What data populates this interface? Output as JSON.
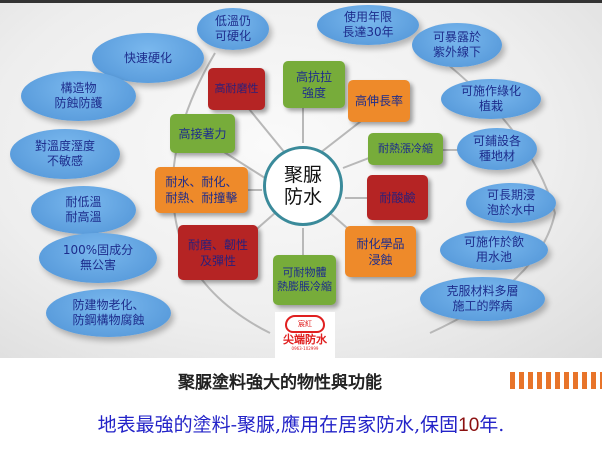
{
  "center": "聚脲\n防水",
  "ellipses": [
    "低溫仍\n可硬化",
    "快速硬化",
    "構造物\n防蝕防護",
    "對溫度溼度\n不敏感",
    "耐低溫\n耐高溫",
    "100%固成分\n無公害",
    "防建物老化、\n防鋼構物腐蝕",
    "使用年限\n長達30年",
    "可暴露於\n紫外線下",
    "可施作綠化\n植栽",
    "可鋪設各\n種地材",
    "可長期浸\n泡於水中",
    "可施作於飲\n用水池",
    "克服材料多層\n施工的弊病"
  ],
  "boxes": [
    "高耐磨性",
    "高抗拉\n強度",
    "高伸長率",
    "高接著力",
    "耐熱漲冷縮",
    "耐水、耐化、\n耐熱、耐撞擊",
    "耐酸鹼",
    "耐磨、韌性\n及彈性",
    "耐化學品\n浸蝕",
    "可耐物體\n熱膨脹冷縮"
  ],
  "logo": {
    "top": "宸紅",
    "name": "尖端防水",
    "tel": "0963-102999"
  },
  "title": "聚脲塗料強大的物性與功能",
  "subtitle": {
    "before": "地表最強的塗料-聚脲,應用在居家防水,保固",
    "number": "10",
    "after": "年."
  },
  "colors": {
    "ellipse": "#5aa0e0",
    "green": "#77ac3a",
    "orange": "#ee8a2a",
    "red": "#b52424",
    "subtitle": "#2323c8"
  }
}
